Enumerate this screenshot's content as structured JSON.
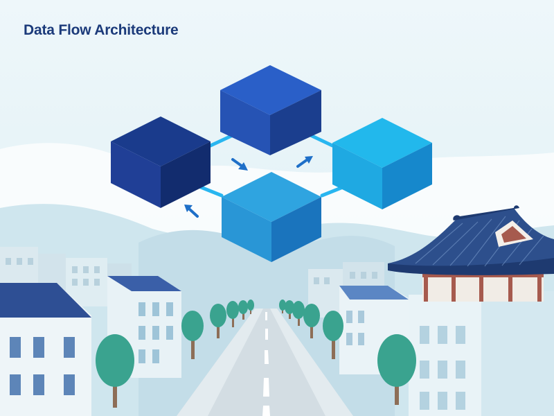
{
  "title": "Data Flow Architecture",
  "colors": {
    "title": "#1b3a7a",
    "sky": "#e8f3f7",
    "cube_navy": "#1a3b8c",
    "cube_royal": "#2a5fc8",
    "cube_cyan": "#22b8ec",
    "cube_sky": "#2fa4e0",
    "connector": "#29b6f0",
    "tree": "#3aa38f",
    "road": "#d3dde3",
    "roof_tile": "#2d4f8c",
    "pavilion_red": "#a65a4e"
  },
  "diagram": {
    "nodes": [
      {
        "id": "node-left",
        "label": "",
        "color": "cube_navy"
      },
      {
        "id": "node-top",
        "label": "",
        "color": "cube_royal"
      },
      {
        "id": "node-right",
        "label": "",
        "color": "cube_cyan"
      },
      {
        "id": "node-bottom",
        "label": "",
        "color": "cube_sky"
      }
    ],
    "edges": [
      {
        "from": "node-left",
        "to": "node-top",
        "label": ""
      },
      {
        "from": "node-top",
        "to": "node-right",
        "label": ""
      },
      {
        "from": "node-right",
        "to": "node-bottom",
        "label": ""
      },
      {
        "from": "node-bottom",
        "to": "node-left",
        "label": ""
      }
    ],
    "flow_arrow_icons": [
      "arrow-down-right-icon",
      "arrow-up-right-icon",
      "arrow-up-left-icon"
    ]
  },
  "background": {
    "scene": "city street with trees and traditional pavilion roof",
    "icons": [
      "street-tree-icon",
      "building-icon",
      "pavilion-icon",
      "road-icon"
    ]
  }
}
